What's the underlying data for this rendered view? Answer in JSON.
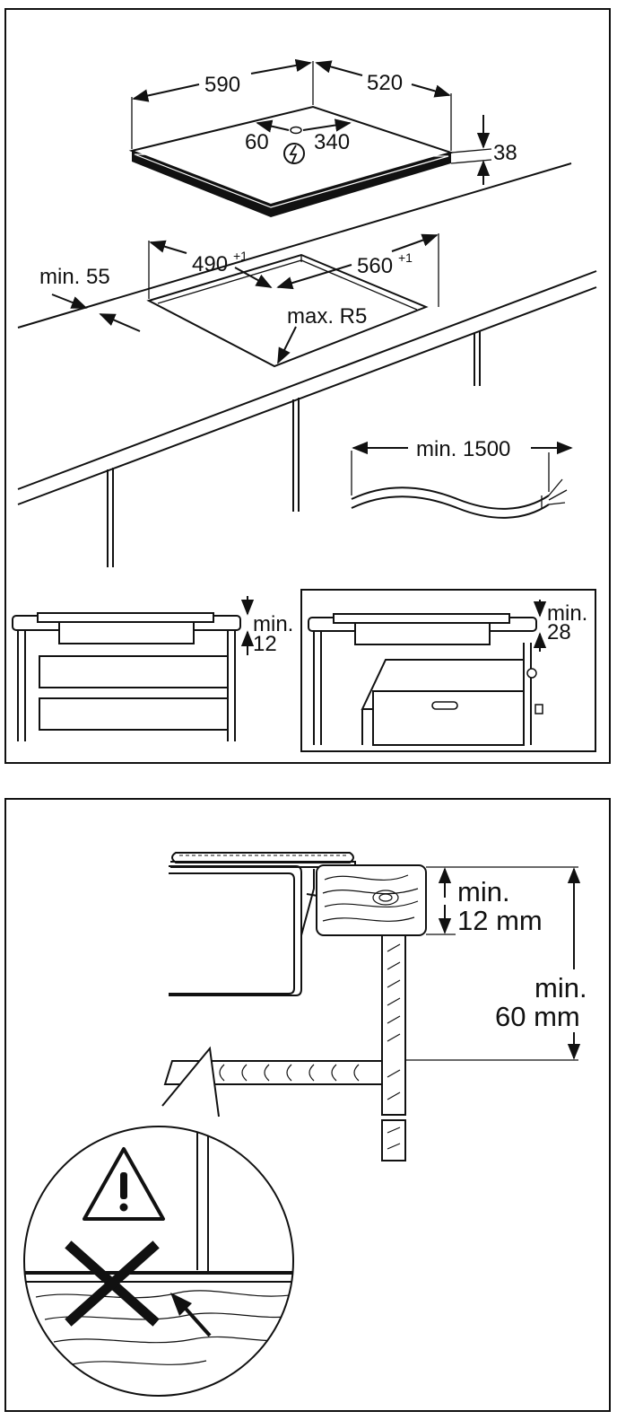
{
  "top_panel": {
    "hob": {
      "width": "590",
      "depth": "520",
      "height": "38",
      "cable_left": "60",
      "cable_right": "340"
    },
    "cutout": {
      "min_front_distance": "min. 55",
      "width": "490",
      "width_tol": "+1",
      "depth": "560",
      "depth_tol": "+1",
      "corner_radius": "max. R5"
    },
    "cable": {
      "length": "min. 1500"
    },
    "drawer_cabinet": {
      "gap_label_1": "min.",
      "gap_label_2": "12"
    },
    "oven_cabinet": {
      "gap_label_1": "min.",
      "gap_label_2": "28"
    }
  },
  "bottom_panel": {
    "dim_small": {
      "line1": "min.",
      "line2": "12 mm"
    },
    "dim_large": {
      "line1": "min.",
      "line2": "60 mm"
    }
  },
  "icons": [
    "electric-symbol-icon",
    "warning-triangle-icon",
    "prohibited-x-icon",
    "arrow-icon"
  ]
}
